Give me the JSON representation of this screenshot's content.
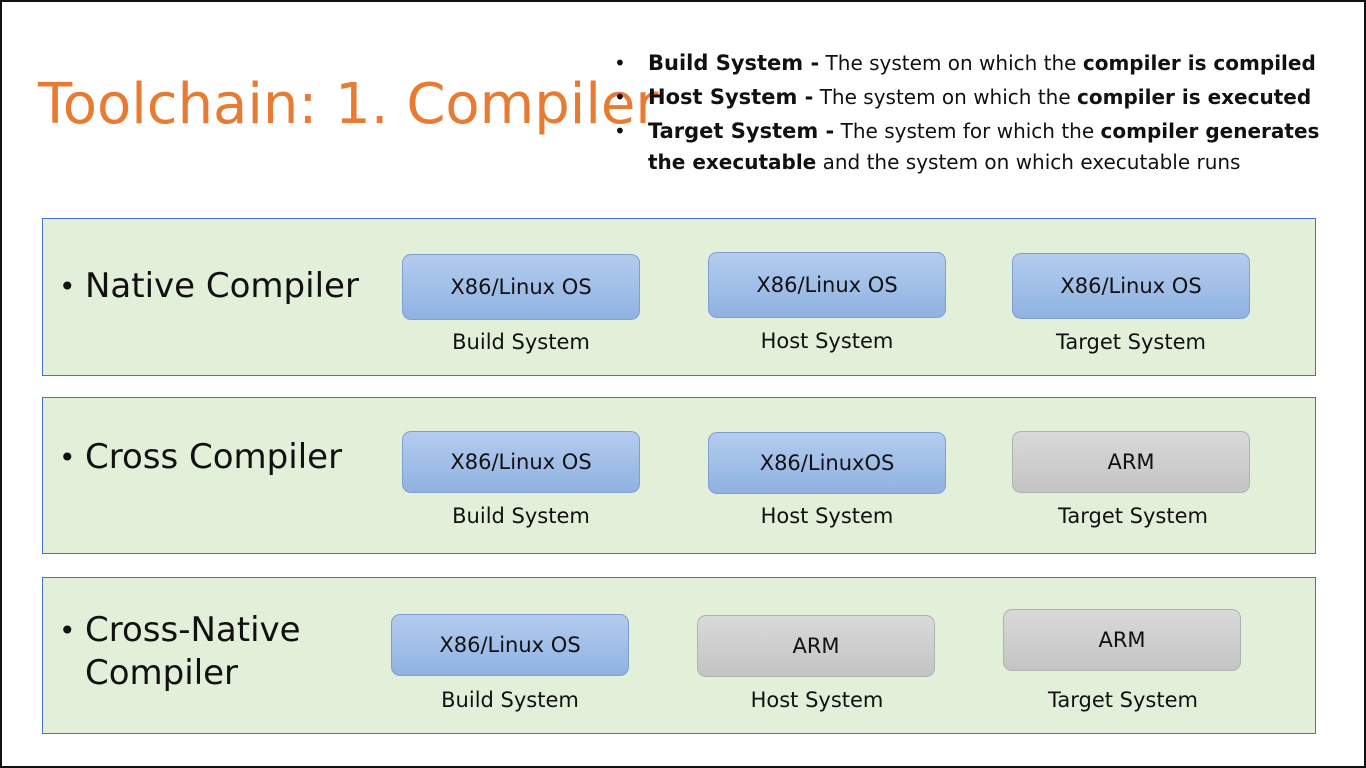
{
  "title": "Toolchain: 1. Compiler",
  "definitions": [
    {
      "term": "Build System -",
      "pre": " The system on which the ",
      "bold": "compiler is compiled",
      "post": ""
    },
    {
      "term": "Host System -",
      "pre": " The system on which the ",
      "bold": "compiler is executed",
      "post": ""
    },
    {
      "term": "Target System -",
      "pre": " The system for which the ",
      "bold": "compiler generates the executable",
      "post": " and the system on which executable runs"
    }
  ],
  "rows": [
    {
      "label": "Native Compiler",
      "boxes": [
        {
          "text": "X86/Linux OS",
          "caption": "Build System",
          "color": "blue"
        },
        {
          "text": "X86/Linux OS",
          "caption": "Host System",
          "color": "blue"
        },
        {
          "text": "X86/Linux OS",
          "caption": "Target System",
          "color": "blue"
        }
      ]
    },
    {
      "label": "Cross Compiler",
      "boxes": [
        {
          "text": "X86/Linux OS",
          "caption": "Build System",
          "color": "blue"
        },
        {
          "text": "X86/LinuxOS",
          "caption": "Host System",
          "color": "blue"
        },
        {
          "text": "ARM",
          "caption": "Target System",
          "color": "gray"
        }
      ]
    },
    {
      "label": "Cross-Native Compiler",
      "boxes": [
        {
          "text": "X86/Linux OS",
          "caption": "Build System",
          "color": "blue"
        },
        {
          "text": "ARM",
          "caption": "Host System",
          "color": "gray"
        },
        {
          "text": "ARM",
          "caption": "Target System",
          "color": "gray"
        }
      ]
    }
  ],
  "colors": {
    "title": "#E97A32",
    "panel_bg": "#E2EFD9",
    "panel_border": "#4472C4",
    "blue_box": "#9DBBE6",
    "gray_box": "#CFCFCF"
  }
}
